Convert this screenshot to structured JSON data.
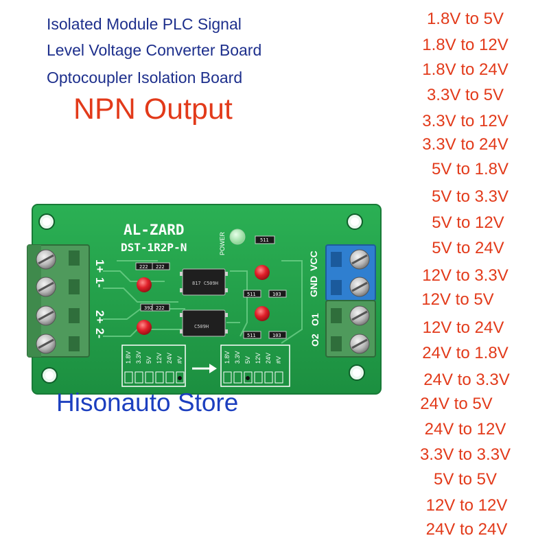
{
  "title_lines": [
    "Isolated Module PLC Signal",
    "Level Voltage Converter Board",
    "Optocoupler Isolation Board"
  ],
  "headline": "NPN Output",
  "store_name": "Hisonauto Store",
  "conversions": [
    "1.8V to 5V",
    "1.8V to 12V",
    "1.8V to 24V",
    "3.3V to 5V",
    "3.3V to 12V",
    "3.3V to 24V",
    "5V to 1.8V",
    "5V to 3.3V",
    "5V to 12V",
    "5V to 24V",
    "12V to 3.3V",
    "12V to 5V",
    "12V to 24V",
    "24V to 1.8V",
    "24V to 3.3V",
    "24V to 5V",
    "24V to 12V",
    "3.3V to 3.3V",
    "5V to 5V",
    "12V to 12V",
    "24V to 24V"
  ],
  "board": {
    "brand": "AL-ZARD",
    "model": "DST-1R2P-N",
    "power_label": "POWER",
    "input_pins": [
      "1+",
      "1-",
      "2+",
      "2-"
    ],
    "output_pins": [
      "VCC",
      "GND",
      "O1",
      "O2"
    ],
    "input_voltages": [
      "1.8V",
      "3.3V",
      "5V",
      "12V",
      "24V",
      "#V"
    ],
    "output_voltages": [
      "1.8V",
      "3.3V",
      "5V",
      "12V",
      "24V",
      "#V"
    ],
    "resistor_codes": [
      "222",
      "222",
      "392",
      "222",
      "511",
      "511",
      "103",
      "511",
      "103"
    ],
    "optocoupler_codes": [
      "817 C509H",
      "C509H"
    ]
  },
  "colors": {
    "pcb_green": "#22a14b",
    "terminal_green": "#4f9a5c",
    "terminal_blue": "#2f7fd0",
    "led_red": "#e0202a",
    "text_red": "#e23a1a",
    "text_blue": "#1d2f8c"
  }
}
